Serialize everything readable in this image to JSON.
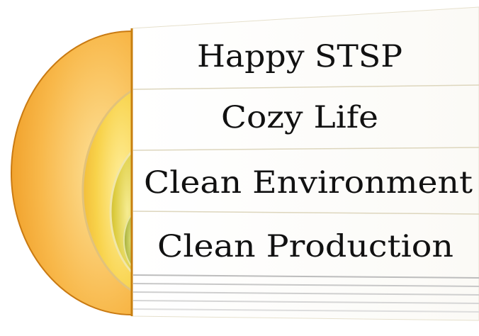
{
  "diagram": {
    "type": "nested-layers",
    "layers": [
      {
        "label": "Happy STSP"
      },
      {
        "label": "Cozy Life"
      },
      {
        "label": "Clean Environment"
      },
      {
        "label": "Clean Production"
      }
    ],
    "colors": {
      "outer_ring": "#f4a42c",
      "ring_2": "#f6c43b",
      "ring_3": "#d8c23a",
      "core": "#a9b23a",
      "panel": "#ffffff",
      "panel_line": "#e2dcc4",
      "text": "#111111"
    }
  }
}
